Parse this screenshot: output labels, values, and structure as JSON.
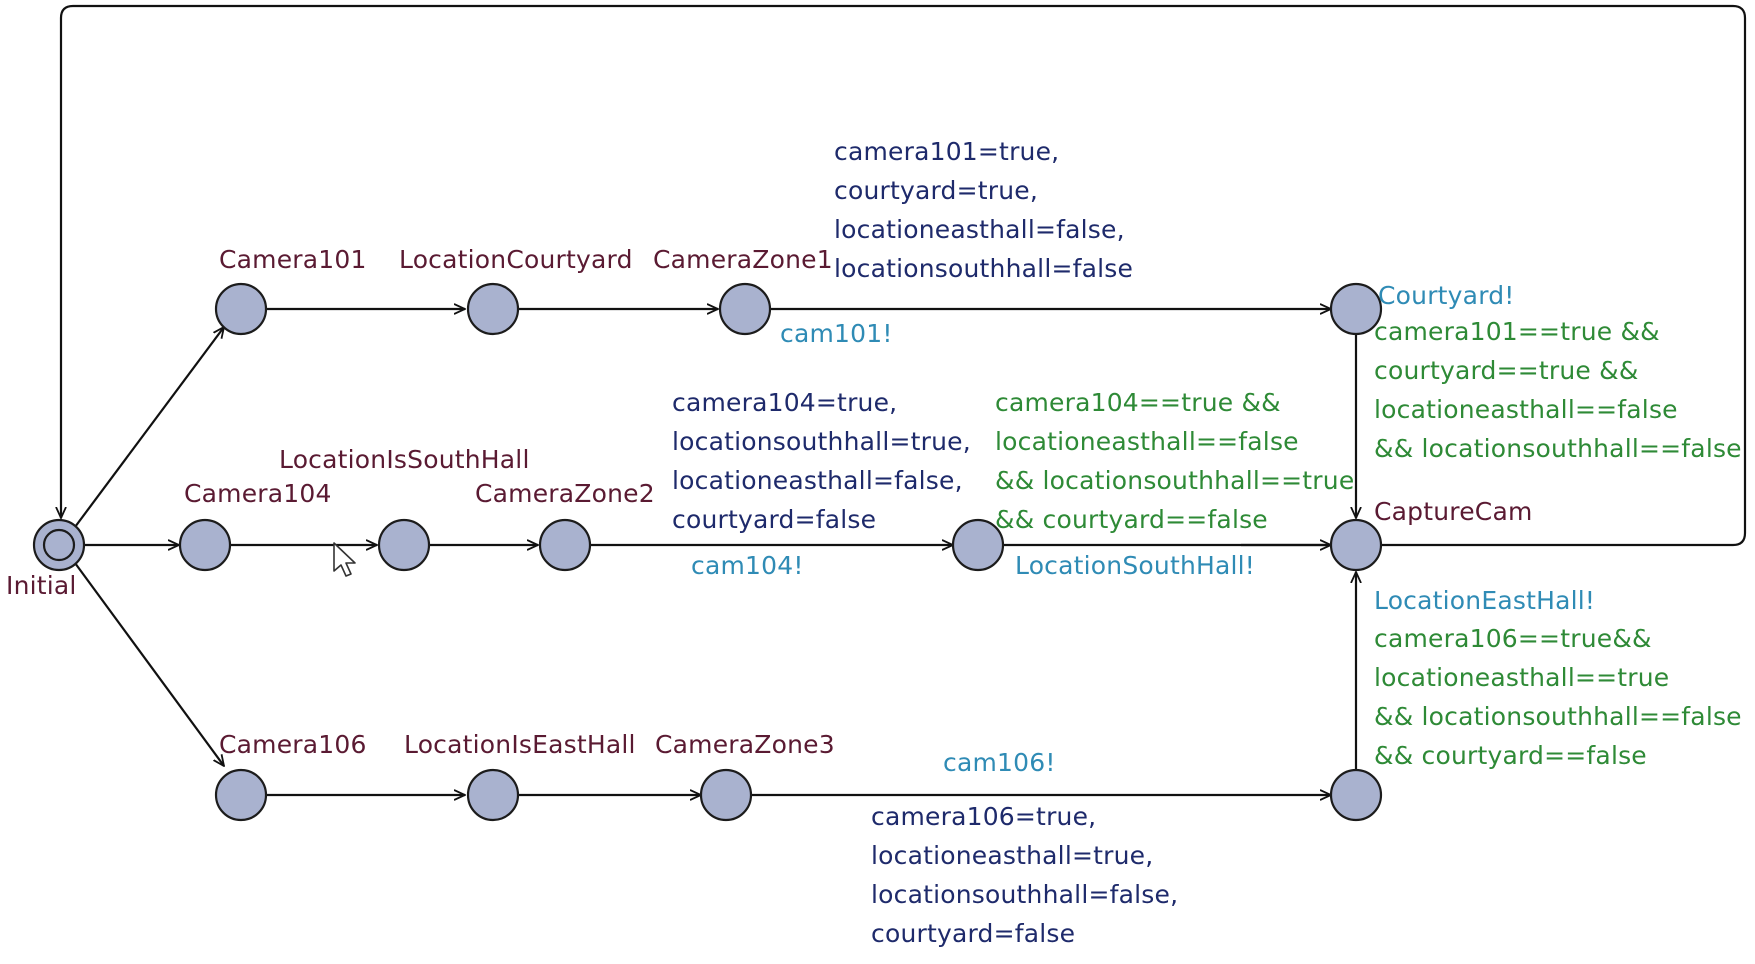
{
  "locations": {
    "initial": "Initial",
    "camera101": "Camera101",
    "location_courtyard": "LocationCourtyard",
    "camera_zone1": "CameraZone1",
    "camera104": "Camera104",
    "location_is_south_hall": "LocationIsSouthHall",
    "camera_zone2": "CameraZone2",
    "capture_cam": "CaptureCam",
    "camera106": "Camera106",
    "location_is_east_hall": "LocationIsEastHall",
    "camera_zone3": "CameraZone3"
  },
  "syncs": {
    "cam101": "cam101!",
    "cam104": "cam104!",
    "cam106": "cam106!",
    "courtyard": "Courtyard!",
    "location_south_hall": "LocationSouthHall!",
    "location_east_hall": "LocationEastHall!"
  },
  "updates": {
    "zone1": [
      "camera101=true,",
      "courtyard=true,",
      "locationeasthall=false,",
      "locationsouthhall=false"
    ],
    "zone2": [
      "camera104=true,",
      "locationsouthhall=true,",
      "locationeasthall=false,",
      "courtyard=false"
    ],
    "zone3": [
      "camera106=true,",
      "locationeasthall=true,",
      "locationsouthhall=false,",
      "courtyard=false"
    ]
  },
  "guards": {
    "courtyard": [
      "camera101==true &&",
      "courtyard==true &&",
      "locationeasthall==false",
      "&& locationsouthhall==false"
    ],
    "south_hall": [
      "camera104==true &&",
      "locationeasthall==false",
      "&& locationsouthhall==true",
      "&& courtyard==false"
    ],
    "east_hall": [
      "camera106==true&&",
      "locationeasthall==true",
      "&& locationsouthhall==false",
      "&& courtyard==false"
    ]
  },
  "colors": {
    "location_fill": "#a9b2cf",
    "name": "#5a1a32",
    "update": "#1e2a6b",
    "sync": "#2f8bb5",
    "guard": "#2e8a36"
  }
}
